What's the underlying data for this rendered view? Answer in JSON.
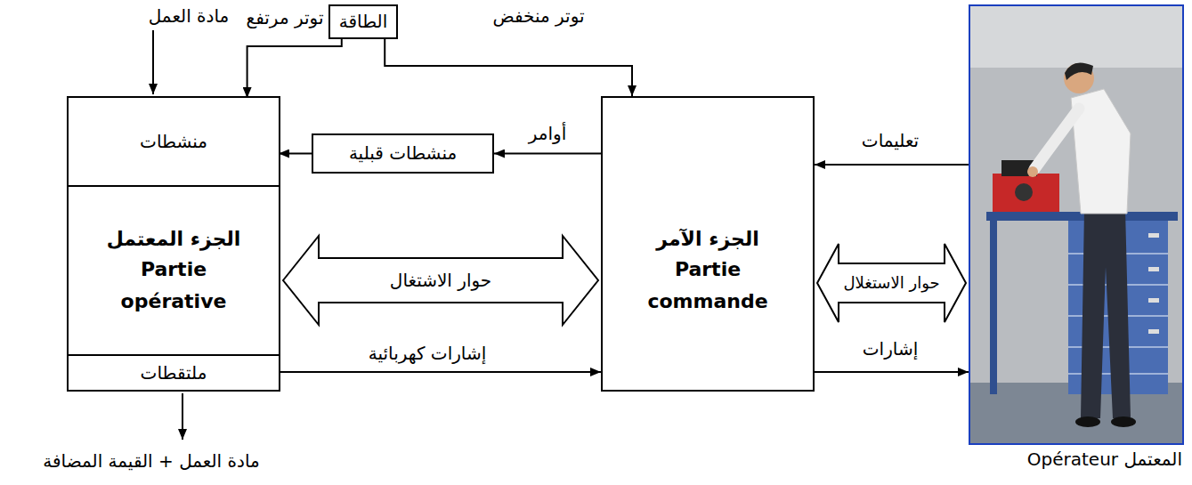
{
  "diagram": {
    "nodes": [
      {
        "text": [
          "الطاقة"
        ]
      },
      {
        "text": [
          "الجزء المعتمل",
          "Partie opérative"
        ]
      },
      {
        "text": [
          "منشطات"
        ],
        "in": 1
      },
      {
        "text": [
          "ملتقطات"
        ],
        "in": 1
      },
      {
        "text": [
          "منشطات قبلية"
        ]
      },
      {
        "text": [
          "الجزء الآمر",
          "Partie commande"
        ]
      },
      {
        "text": [
          "المعتمل Opérateur"
        ]
      }
    ],
    "edges": [
      {
        "from": 0,
        "to": 2,
        "label": "توتر مرتفع",
        "arrow": "to"
      },
      {
        "from": 0,
        "to": 5,
        "label": "توتر منخفض",
        "arrow": "to"
      },
      {
        "from": 5,
        "to": 4,
        "label": "أوامر",
        "arrow": "to"
      },
      {
        "from": 4,
        "to": 2,
        "arrow": "to"
      },
      {
        "from": 1,
        "to": 5,
        "label": "حوار الاشتغال",
        "arrow": "both"
      },
      {
        "from": 3,
        "to": 5,
        "label": "إشارات كهربائية",
        "arrow": "to"
      },
      {
        "from": 6,
        "to": 5,
        "label": "تعليمات",
        "arrow": "to"
      },
      {
        "from": 5,
        "to": 6,
        "label": "حوار الاستغلال",
        "arrow": "both"
      },
      {
        "from": 5,
        "to": 6,
        "label": "إشارات",
        "arrow": "to"
      }
    ],
    "labels": [
      "مادة العمل",
      "مادة العمل + القيمة المضافة"
    ]
  }
}
